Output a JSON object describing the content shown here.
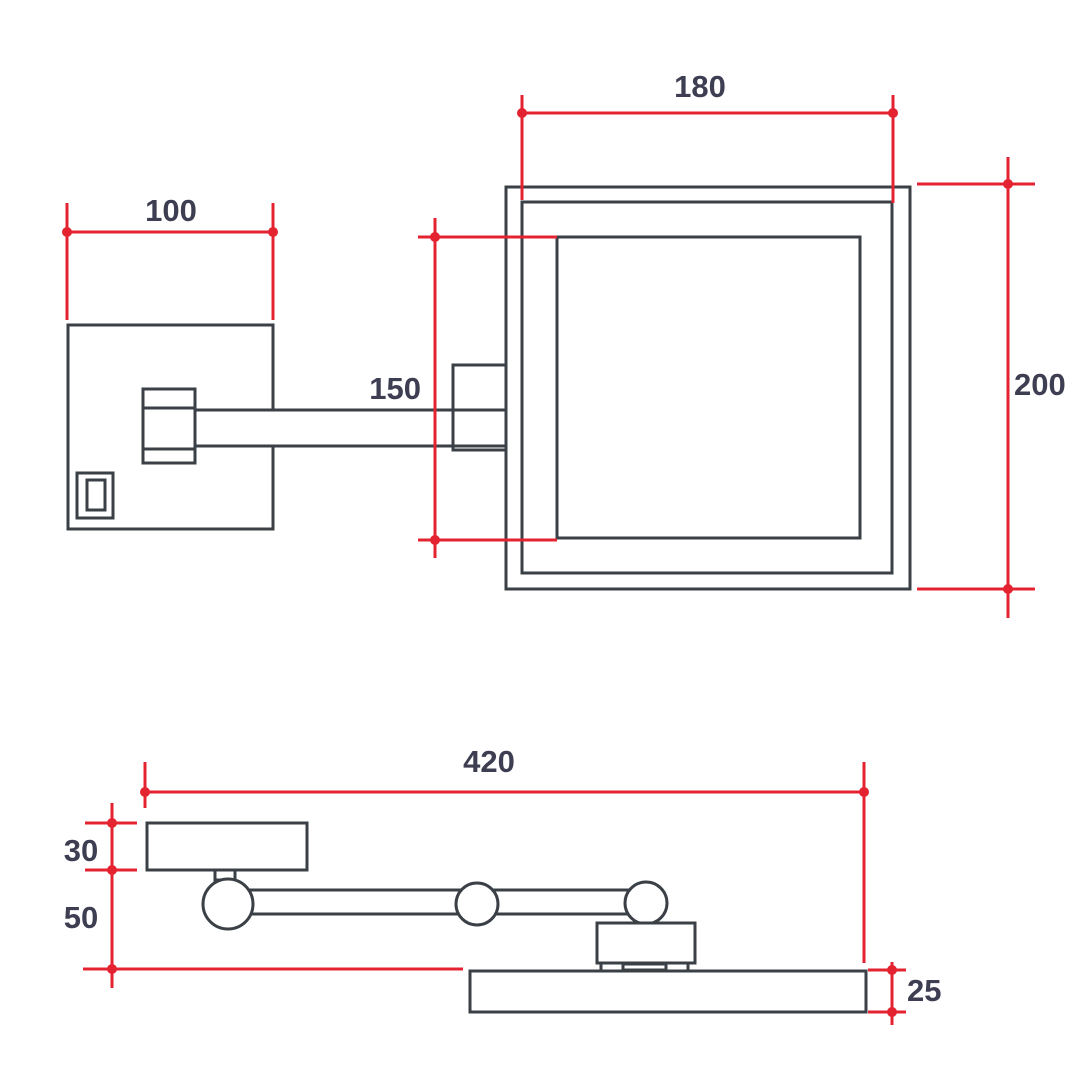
{
  "drawing": {
    "subject": "Wall-mounted articulated-arm square mirror - dimensioned technical drawing",
    "views": {
      "front": "front elevation view",
      "top": "top plan view"
    },
    "colors": {
      "dimension_red": "#e42330",
      "outline_dark": "#3a4046",
      "label_text": "#3e3e52",
      "background": "#ffffff"
    },
    "dimensions": {
      "front_frame_width": "180",
      "front_frame_height": "200",
      "wall_plate_width": "100",
      "mirror_glass_height": "150",
      "total_extension": "420",
      "wall_plate_depth": "30",
      "arm_plane_offset": "50",
      "mirror_thickness": "25"
    }
  }
}
